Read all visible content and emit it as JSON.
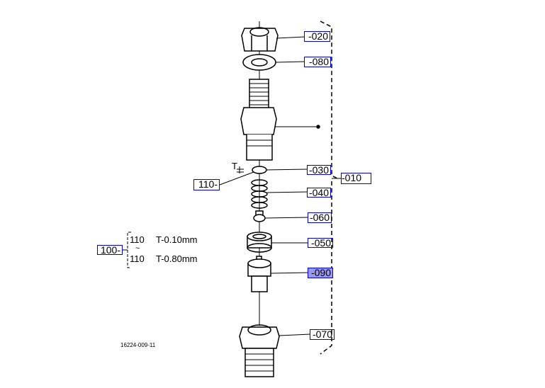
{
  "callouts": {
    "c020": "-020",
    "c080": "-080",
    "c030": "-030",
    "c010": "-010",
    "c110": "110-",
    "c040": "-040",
    "c060": "-060",
    "c050": "-050",
    "c090": "-090",
    "c070": "-070",
    "c100": "100-"
  },
  "selected_part": "090",
  "highlight_color": "#9999ee",
  "shim_options": {
    "first_part": "110",
    "first_thickness": "T-0.10mm",
    "range_symbol": "~",
    "last_part": "110",
    "last_thickness": "T-0.80mm"
  },
  "thickness_marker": "T",
  "drawing_number": "16224-009-11"
}
